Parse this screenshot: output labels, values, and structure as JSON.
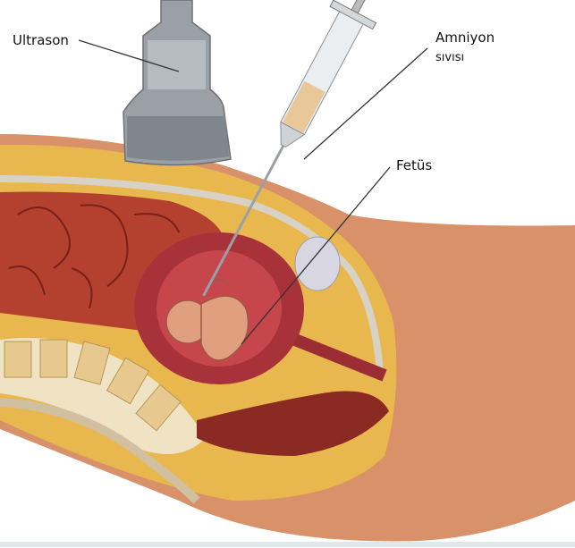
{
  "labels": {
    "ultrasound": "Ultrason",
    "amniotic_fluid_line1": "Amniyon",
    "amniotic_fluid_line2": "sıvısı",
    "fetus": "Fetüs"
  },
  "colors": {
    "skin": "#d9916a",
    "fat": "#e8b84e",
    "intestine": "#b4402f",
    "uterus": "#a8323a",
    "probe": "#9aa0a6"
  }
}
